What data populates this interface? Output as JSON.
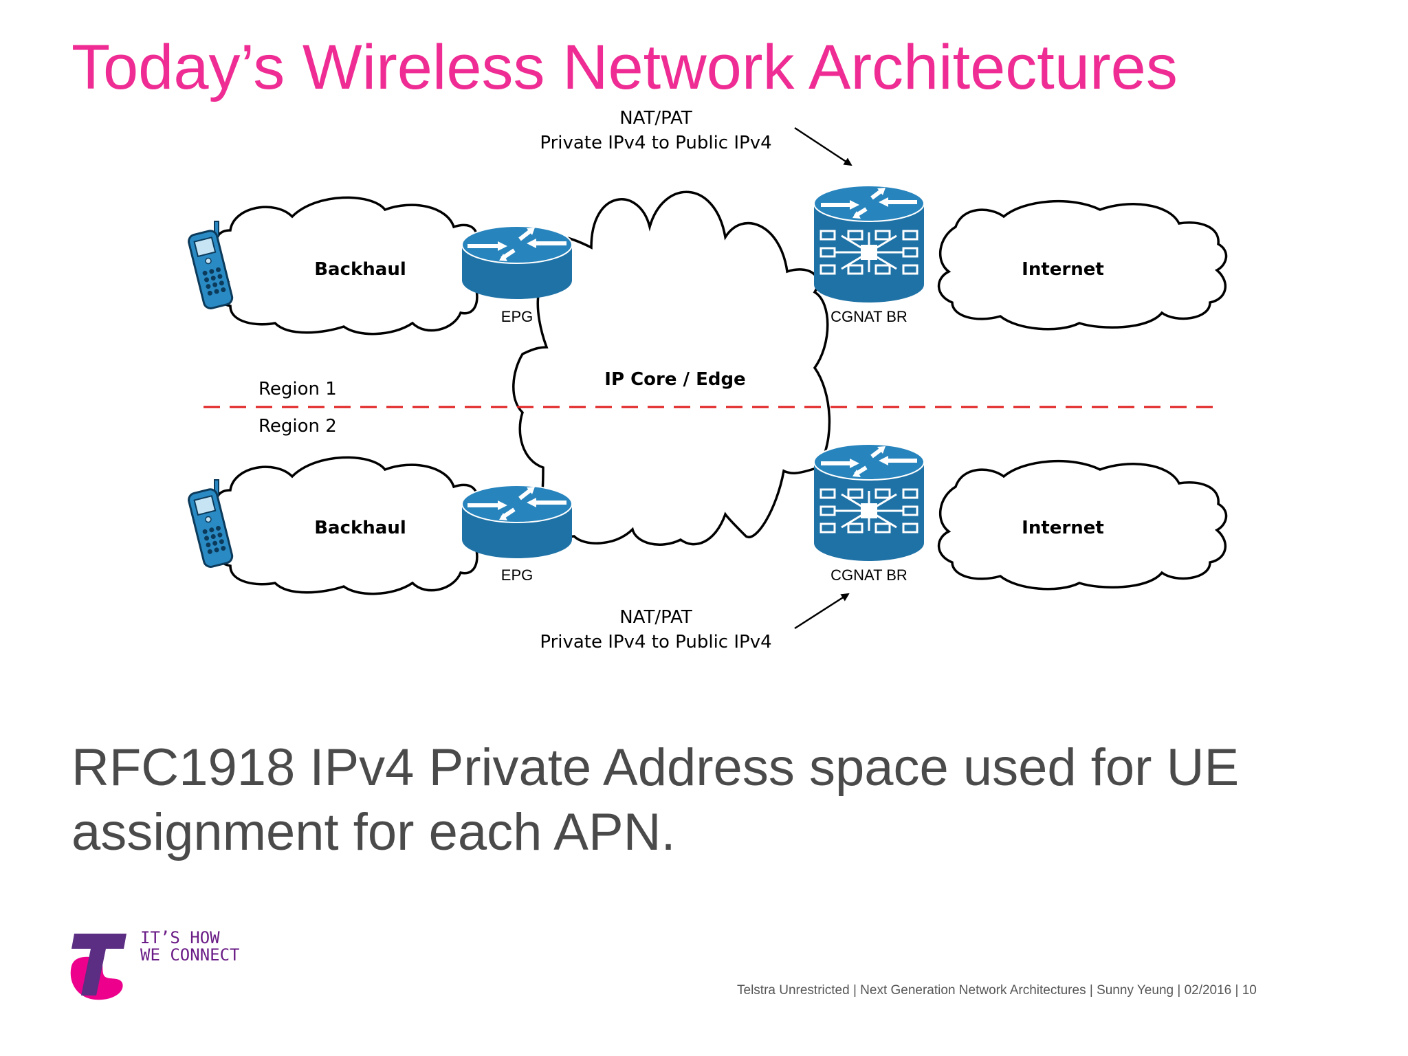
{
  "title": "Today’s Wireless Network Architectures",
  "diagram": {
    "nat_top": {
      "line1": "NAT/PAT",
      "line2": "Private IPv4 to Public IPv4"
    },
    "nat_bottom": {
      "line1": "NAT/PAT",
      "line2": "Private IPv4 to Public IPv4"
    },
    "clouds": {
      "backhaul_1": "Backhaul",
      "backhaul_2": "Backhaul",
      "internet_1": "Internet",
      "internet_2": "Internet",
      "core": "IP Core / Edge"
    },
    "devices": {
      "epg_1": "EPG",
      "epg_2": "EPG",
      "cgnat_1": "CGNAT BR",
      "cgnat_2": "CGNAT BR"
    },
    "regions": {
      "region_1": "Region 1",
      "region_2": "Region 2"
    },
    "divider_color": "#e02020",
    "device_color": "#1f72a6"
  },
  "body": {
    "line1": "RFC1918 IPv4 Private Address space used for UE",
    "line2": "assignment for each APN."
  },
  "branding": {
    "tagline_line1": "IT’S HOW",
    "tagline_line2": "WE CONNECT",
    "logo_colors": [
      "#ec008c",
      "#5b2d83"
    ]
  },
  "footer": "Telstra Unrestricted | Next Generation Network Architectures | Sunny Yeung | 02/2016 | 10"
}
